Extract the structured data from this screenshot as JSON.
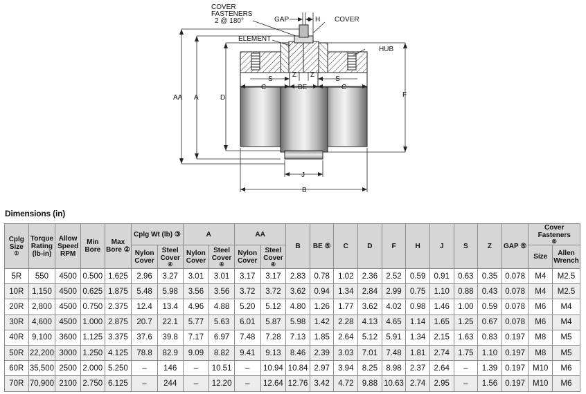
{
  "drawing": {
    "labels": {
      "cover_fasteners_line1": "COVER",
      "cover_fasteners_line2": "FASTENERS",
      "cover_fasteners_line3": "2 @ 180°",
      "gap": "GAP",
      "h": "H",
      "cover": "COVER",
      "element": "ELEMENT",
      "hub": "HUB",
      "s_left": "S",
      "z_left": "Z",
      "z_right": "Z",
      "s_right": "S",
      "c_left": "C",
      "be": "BE",
      "c_right": "C",
      "aa": "AA",
      "a": "A",
      "d": "D",
      "f": "F",
      "j": "J",
      "b": "B"
    }
  },
  "section_title": "Dimensions (in)",
  "table": {
    "headers": {
      "cplg_size": "Cplg Size",
      "cplg_size_note": "①",
      "torque_rating": "Torque Rating (lb-in)",
      "allow_speed": "Allow Speed RPM",
      "min_bore": "Min Bore",
      "max_bore": "Max Bore ②",
      "cplg_wt": "Cplg Wt (lb) ③",
      "a": "A",
      "aa": "AA",
      "nylon_cover": "Nylon Cover",
      "steel_cover": "Steel Cover",
      "steel_cover_note": "④",
      "b": "B",
      "be": "BE ⑤",
      "c": "C",
      "d": "D",
      "f": "F",
      "h": "H",
      "j": "J",
      "s": "S",
      "z": "Z",
      "gap": "GAP ⑤",
      "cover_fasteners": "Cover Fasteners",
      "cover_fasteners_note": "⑥",
      "size": "Size",
      "allen_wrench": "Allen Wrench"
    },
    "rows": [
      [
        "5R",
        "550",
        "4500",
        "0.500",
        "1.625",
        "2.96",
        "3.27",
        "3.01",
        "3.01",
        "3.17",
        "3.17",
        "2.83",
        "0.78",
        "1.02",
        "2.36",
        "2.52",
        "0.59",
        "0.91",
        "0.63",
        "0.35",
        "0.078",
        "M4",
        "M2.5"
      ],
      [
        "10R",
        "1,150",
        "4500",
        "0.625",
        "1.875",
        "5.48",
        "5.98",
        "3.56",
        "3.56",
        "3.72",
        "3.72",
        "3.62",
        "0.94",
        "1.34",
        "2.84",
        "2.99",
        "0.75",
        "1.10",
        "0.88",
        "0.43",
        "0.078",
        "M4",
        "M2.5"
      ],
      [
        "20R",
        "2,800",
        "4500",
        "0.750",
        "2.375",
        "12.4",
        "13.4",
        "4.96",
        "4.88",
        "5.20",
        "5.12",
        "4.80",
        "1.26",
        "1.77",
        "3.62",
        "4.02",
        "0.98",
        "1.46",
        "1.00",
        "0.59",
        "0.078",
        "M6",
        "M4"
      ],
      [
        "30R",
        "4,600",
        "4500",
        "1.000",
        "2.875",
        "20.7",
        "22.1",
        "5.77",
        "5.63",
        "6.01",
        "5.87",
        "5.98",
        "1.42",
        "2.28",
        "4.13",
        "4.65",
        "1.14",
        "1.65",
        "1.25",
        "0.67",
        "0.078",
        "M6",
        "M4"
      ],
      [
        "40R",
        "9,100",
        "3600",
        "1.125",
        "3.375",
        "37.6",
        "39.8",
        "7.17",
        "6.97",
        "7.48",
        "7.28",
        "7.13",
        "1.85",
        "2.64",
        "5.12",
        "5.91",
        "1.34",
        "2.15",
        "1.63",
        "0.83",
        "0.197",
        "M8",
        "M5"
      ],
      [
        "50R",
        "22,200",
        "3000",
        "1.250",
        "4.125",
        "78.8",
        "82.9",
        "9.09",
        "8.82",
        "9.41",
        "9.13",
        "8.46",
        "2.39",
        "3.03",
        "7.01",
        "7.48",
        "1.81",
        "2.74",
        "1.75",
        "1.10",
        "0.197",
        "M8",
        "M5"
      ],
      [
        "60R",
        "35,500",
        "2500",
        "2.000",
        "5.250",
        "–",
        "146",
        "–",
        "10.51",
        "–",
        "10.94",
        "10.84",
        "2.97",
        "3.94",
        "8.25",
        "8.98",
        "2.37",
        "2.64",
        "–",
        "1.39",
        "0.197",
        "M10",
        "M6"
      ],
      [
        "70R",
        "70,900",
        "2100",
        "2.750",
        "6.125",
        "–",
        "244",
        "–",
        "12.20",
        "–",
        "12.64",
        "12.76",
        "3.42",
        "4.72",
        "9.88",
        "10.63",
        "2.74",
        "2.95",
        "–",
        "1.56",
        "0.197",
        "M10",
        "M6"
      ]
    ]
  }
}
